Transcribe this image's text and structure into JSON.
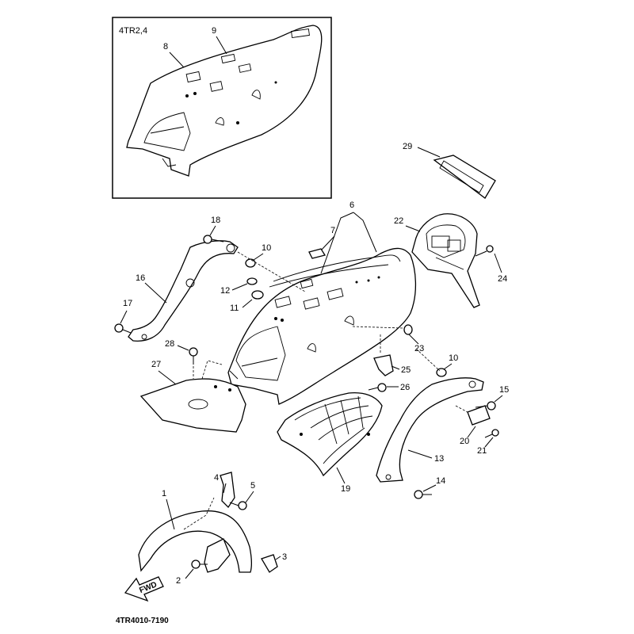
{
  "inset": {
    "code": "4TR2,4"
  },
  "labels": {
    "l1": "1",
    "l2": "2",
    "l3": "3",
    "l4": "4",
    "l5": "5",
    "l6": "6",
    "l7": "7",
    "l8": "8",
    "l9": "9",
    "l10a": "10",
    "l10b": "10",
    "l11": "11",
    "l12": "12",
    "l13": "13",
    "l14": "14",
    "l15": "15",
    "l16": "16",
    "l17": "17",
    "l18": "18",
    "l19": "19",
    "l20": "20",
    "l21": "21",
    "l22": "22",
    "l23": "23",
    "l24": "24",
    "l25": "25",
    "l26": "26",
    "l27": "27",
    "l28": "28",
    "l29": "29"
  },
  "arrow": {
    "text": "FWD"
  },
  "footer": {
    "code": "4TR4010-7190"
  }
}
